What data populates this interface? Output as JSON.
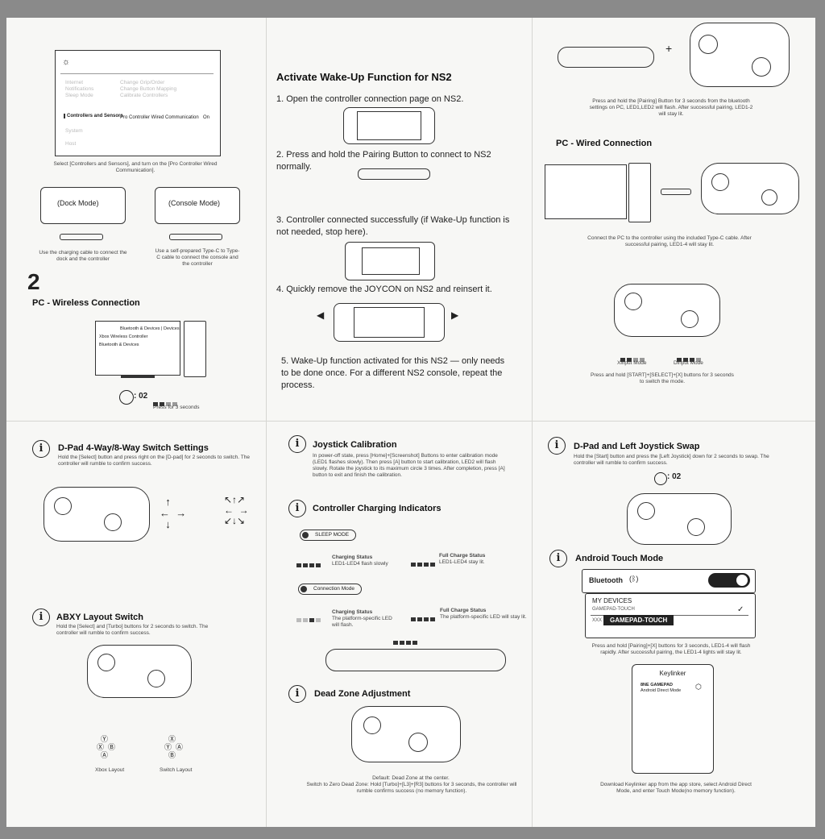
{
  "panel_top_left": {
    "settings_rows": [
      "Controllers and Sensors",
      "Pro Controller Wired Communication",
      "On"
    ],
    "caption": "Select [Controllers and Sensors], and turn on the [Pro Controller Wired Communication].",
    "dock_mode": "(Dock Mode)",
    "console_mode": "(Console Mode)",
    "dock_caption": "Use the charging cable to connect the dock and the controller",
    "console_caption": "Use a self-prepared Type-C to Type-C cable to connect the console and the controller",
    "step_number": "2",
    "pc_wireless_title": "PC - Wireless Connection",
    "bt_window_title": "Bluetooth & Devices | Devices",
    "bt_item1": "Xbox Wireless Controller",
    "bt_item2": "Bluetooth & Devices",
    "timer": ": 02",
    "press_caption": "Press for 3 seconds"
  },
  "panel_top_mid": {
    "title": "Activate Wake-Up Function for NS2",
    "step1": "1. Open the controller connection page on NS2.",
    "step2": "2. Press and hold the Pairing Button to connect to NS2 normally.",
    "step3": "3. Controller connected successfully (if Wake-Up function is not needed, stop here).",
    "step4": "4. Quickly remove the JOYCON on NS2 and reinsert it.",
    "step5": "5. Wake-Up function activated for this NS2 — only needs to be done once. For a different NS2 console, repeat the process."
  },
  "panel_top_right": {
    "plus": "+",
    "pair_caption": "Press and hold the [Pairing] Button for 3 seconds from the bluetooth settings on PC, LED1,LED2 will flash. After successful pairing, LED1-2 will stay lit.",
    "pc_wired_title": "PC - Wired Connection",
    "wired_caption": "Connect the PC to the controller using the included Type-C cable. After successful pairing, LED1-4 will stay lit.",
    "xinput": "Xinput Mode",
    "dinput": "Dinput Mode",
    "mode_caption": "Press and hold [START]+[SELECT]+[X] buttons for 3 seconds to switch the mode."
  },
  "panel_bottom_left": {
    "dpad_title": "D-Pad 4-Way/8-Way Switch Settings",
    "dpad_desc": "Hold the [Select] button and press right on the [D-pad] for 2 seconds to switch. The controller will rumble to confirm success.",
    "abxy_title": "ABXY Layout Switch",
    "abxy_desc": "Hold the [Select] and [Turbo] buttons for 2 seconds to switch. The controller will rumble to confirm success.",
    "xbox_layout": "Xbox Layout",
    "switch_layout": "Switch Layout"
  },
  "panel_bottom_mid": {
    "joystick_title": "Joystick Calibration",
    "joystick_desc": "In power-off state, press [Home]+[Screenshot] Buttons to enter calibration mode (LED1 flashes slowly). Then press [A] button to start calibration, LED2 will flash slowly. Rotate the joystick to its maximum circle 3 times. After completion, press [A] button to exit and finish the calibration.",
    "charging_title": "Controller Charging Indicators",
    "sleep_mode": "SLEEP MODE",
    "charging_status": "Charging Status",
    "charging_status_desc1": "LED1-LED4 flash slowly",
    "full_charge": "Full Charge Status",
    "full_charge_desc1": "LED1-LED4 stay lit.",
    "connection_mode": "Connection Mode",
    "charging_status_desc2": "The platform-specific LED will flash.",
    "full_charge_desc2": "The platform-specific LED will stay lit.",
    "deadzone_title": "Dead Zone Adjustment",
    "deadzone_default": "Default: Dead Zone at the center.",
    "deadzone_desc": "Switch to Zero Dead Zone: Hold [Turbo]+[L3]+[R3] buttons for 3 seconds, the controller will rumble confirms success (no memory function)."
  },
  "panel_bottom_right": {
    "swap_title": "D-Pad and Left Joystick Swap",
    "swap_desc": "Hold the [Start] button and press the [Left Joystick] down for 2 seconds to swap. The controller will rumble to confirm success.",
    "timer": ": 02",
    "android_title": "Android Touch Mode",
    "bluetooth_label": "Bluetooth",
    "my_devices": "MY DEVICES",
    "device1": "GAMEPAD-TOUCH",
    "device2_prefix": "XXX",
    "device2_highlight": "GAMEPAD-TOUCH",
    "check": "✓",
    "pair_desc": "Press and hold [Pairing]+[X] buttons for 3 seconds, LED1-4 will flash rapidly. After successful pairing, the LED1-4 lights will stay lit.",
    "app_name": "Keylinker",
    "app_line1": "8NE GAMEPAD",
    "app_line2": "Android Direct Mode",
    "download_desc": "Download Keylinker app from the app store, select Android Direct Mode, and enter Touch Mode(no memory function)."
  }
}
